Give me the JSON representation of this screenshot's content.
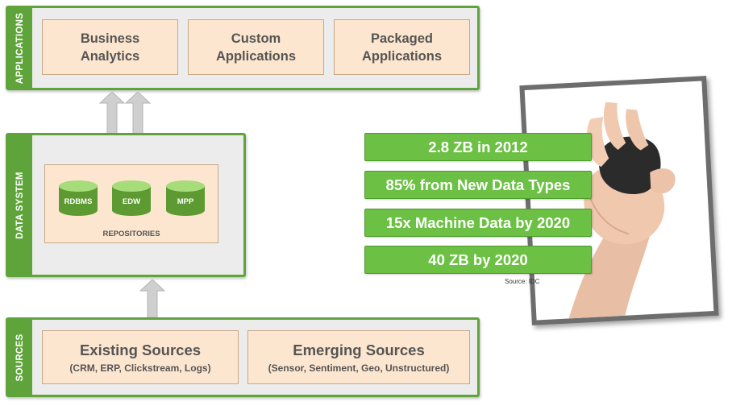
{
  "layers": {
    "applications": {
      "label": "APPLICATIONS",
      "boxes": [
        {
          "line1": "Business",
          "line2": "Analytics"
        },
        {
          "line1": "Custom",
          "line2": "Applications"
        },
        {
          "line1": "Packaged",
          "line2": "Applications"
        }
      ]
    },
    "data_system": {
      "label": "DATA SYSTEM",
      "repositories_label": "REPOSITORIES",
      "repositories": [
        "RDBMS",
        "EDW",
        "MPP"
      ]
    },
    "sources": {
      "label": "SOURCES",
      "boxes": [
        {
          "title": "Existing Sources",
          "subtitle": "(CRM, ERP, Clickstream, Logs)"
        },
        {
          "title": "Emerging Sources",
          "subtitle": "(Sensor, Sentiment, Geo, Unstructured)"
        }
      ]
    }
  },
  "stats": [
    "2.8 ZB in 2012",
    "85% from New Data Types",
    "15x Machine Data by 2020",
    "40 ZB by 2020"
  ],
  "source_note": "Source: IDC",
  "colors": {
    "accent_green": "#5fa43a",
    "stat_green": "#6cc144",
    "box_fill": "#fde6cf",
    "cylinder_dark": "#5d9a31",
    "cylinder_light": "#a6dc7a",
    "arrow_gray": "#cfcfcf"
  },
  "icons": [
    "up-down-arrow-icon",
    "up-arrow-icon",
    "database-cylinder-icon"
  ]
}
